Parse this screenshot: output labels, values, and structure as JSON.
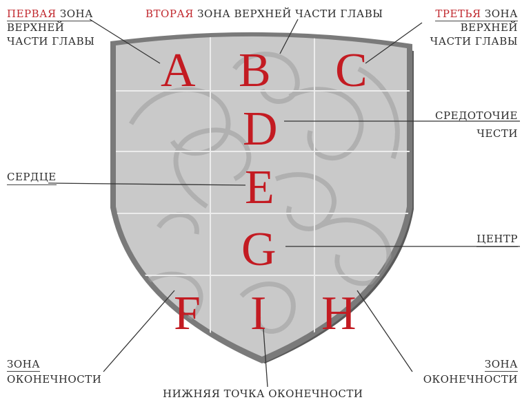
{
  "colors": {
    "accent": "#c0272d",
    "letter": "#c31b22",
    "shield_border": "#6f6f6f",
    "shield_fill": "#c6c6c6",
    "grid": "#e8e8e8",
    "text": "#2b2b2b"
  },
  "letters": {
    "A": "A",
    "B": "B",
    "C": "C",
    "D": "D",
    "E": "E",
    "G": "G",
    "F": "F",
    "I": "I",
    "H": "H"
  },
  "labels": {
    "first": {
      "accent": "ПЕРВАЯ",
      "rest": " ЗОНА",
      "line2": "ВЕРХНЕЙ",
      "line3": "ЧАСТИ ГЛАВЫ"
    },
    "second": {
      "accent": "ВТОРАЯ",
      "rest": " ЗОНА ВЕРХНЕЙ ЧАСТИ ГЛАВЫ"
    },
    "third": {
      "accent": "ТРЕТЬЯ",
      "rest": " ЗОНА",
      "line2": "ВЕРХНЕЙ",
      "line3": "ЧАСТИ ГЛАВЫ"
    },
    "focus": {
      "line1": "СРЕДОТОЧИЕ",
      "line2": "ЧЕСТИ"
    },
    "heart": "СЕРДЦЕ",
    "center": "ЦЕНТР",
    "base_left": {
      "line1": "ЗОНА",
      "line2": "ОКОНЕЧНОСТИ"
    },
    "base_right": {
      "line1": "ЗОНА",
      "line2": "ОКОНЕЧНОСТИ"
    },
    "bottom": "НИЖНЯЯ ТОЧКА ОКОНЕЧНОСТИ"
  }
}
